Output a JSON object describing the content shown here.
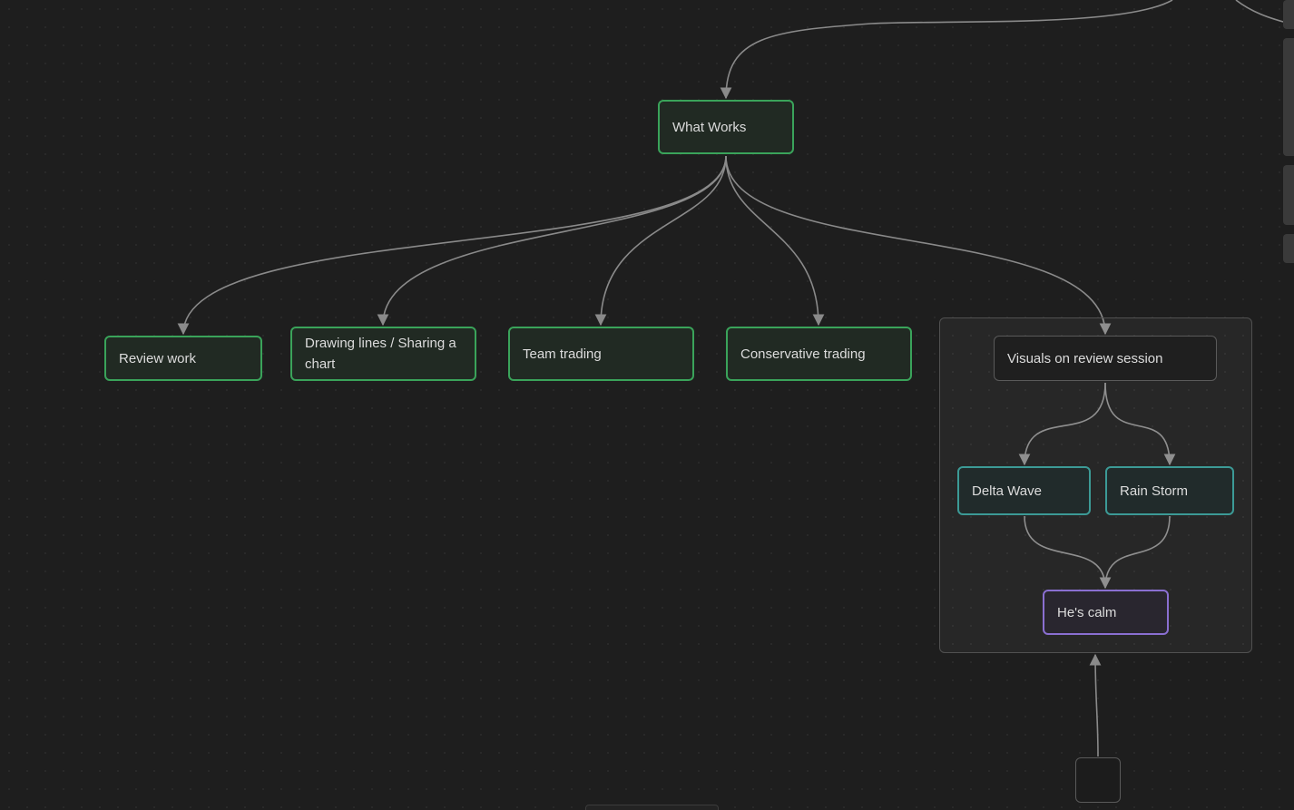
{
  "canvas": {
    "nodes": {
      "what_works": "What Works",
      "review_work": "Review work",
      "drawing_lines": "Drawing lines / Sharing a chart",
      "team_trading": "Team trading",
      "conservative_trading": "Conservative trading",
      "visuals_review": "Visuals on review session",
      "delta_wave": "Delta Wave",
      "rain_storm": "Rain Storm",
      "hes_calm": "He's calm",
      "empty_card": ""
    }
  },
  "colors": {
    "background": "#1e1e1e",
    "edge": "#8a8a8a",
    "green_border": "#3aa35a",
    "teal_border": "#3c9a96",
    "purple_border": "#8a6fd1",
    "gray_border": "#5a5a5a"
  },
  "icons": {
    "edge_arrow": "arrowhead-icon"
  }
}
